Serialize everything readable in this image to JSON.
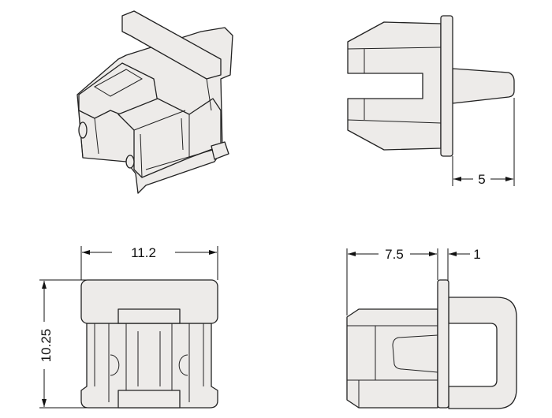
{
  "dimensions": {
    "pin_length": "5",
    "width": "11.2",
    "height": "10.25",
    "body_depth": "7.5",
    "flange_thickness": "1"
  },
  "colors": {
    "part_fill": "#edebe9",
    "line": "#222222"
  }
}
